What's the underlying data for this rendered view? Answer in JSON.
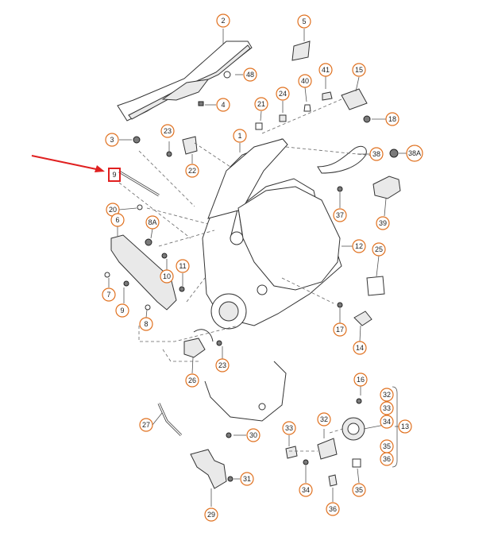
{
  "callouts": [
    {
      "label": "2"
    },
    {
      "label": "5"
    },
    {
      "label": "48"
    },
    {
      "label": "4"
    },
    {
      "label": "41"
    },
    {
      "label": "40"
    },
    {
      "label": "15"
    },
    {
      "label": "24"
    },
    {
      "label": "21"
    },
    {
      "label": "18"
    },
    {
      "label": "3"
    },
    {
      "label": "23"
    },
    {
      "label": "1"
    },
    {
      "label": "38"
    },
    {
      "label": "38A"
    },
    {
      "label": "22"
    },
    {
      "label": "9"
    },
    {
      "label": "37"
    },
    {
      "label": "39"
    },
    {
      "label": "20"
    },
    {
      "label": "6"
    },
    {
      "label": "8A"
    },
    {
      "label": "12"
    },
    {
      "label": "25"
    },
    {
      "label": "11"
    },
    {
      "label": "10"
    },
    {
      "label": "7"
    },
    {
      "label": "9"
    },
    {
      "label": "8"
    },
    {
      "label": "17"
    },
    {
      "label": "14"
    },
    {
      "label": "26"
    },
    {
      "label": "23"
    },
    {
      "label": "16"
    },
    {
      "label": "32"
    },
    {
      "label": "33"
    },
    {
      "label": "34"
    },
    {
      "label": "13"
    },
    {
      "label": "35"
    },
    {
      "label": "36"
    },
    {
      "label": "27"
    },
    {
      "label": "32"
    },
    {
      "label": "30"
    },
    {
      "label": "33"
    },
    {
      "label": "31"
    },
    {
      "label": "34"
    },
    {
      "label": "35"
    },
    {
      "label": "36"
    },
    {
      "label": "29"
    }
  ],
  "highlighted_callout": {
    "label": "9"
  },
  "colors": {
    "callout_ring": "#e0701e",
    "highlight_box": "#e02020",
    "arrow": "#e02020"
  }
}
